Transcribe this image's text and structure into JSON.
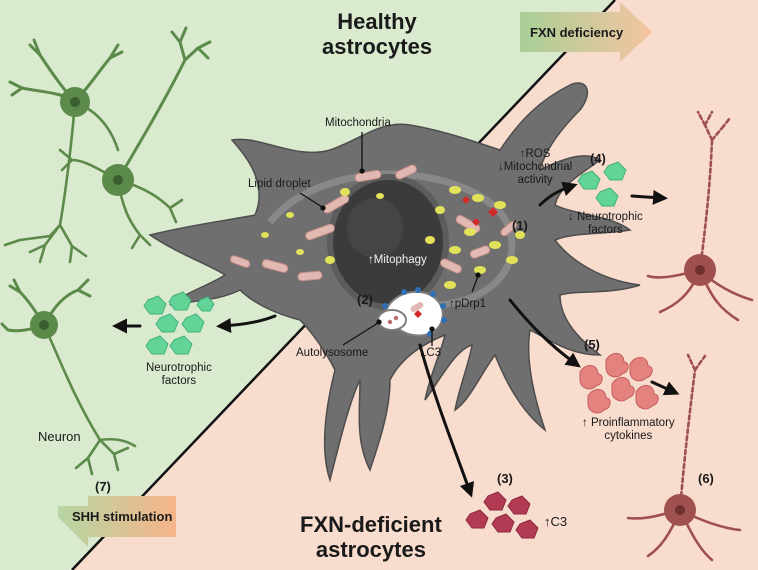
{
  "titles": {
    "healthy_line1": "Healthy",
    "healthy_line2": "astrocytes",
    "deficient_line1": "FXN-deficient",
    "deficient_line2": "astrocytes"
  },
  "banners": {
    "fxn_deficiency": "FXN deficiency",
    "shh_stimulation": "SHH stimulation"
  },
  "labels": {
    "mitochondria": "Mitochondria",
    "lipid_droplet": "Lipid droplet",
    "mitophagy": "↑Mitophagy",
    "autolysosome": "Autolysosome",
    "lc3": "LC3",
    "pdrp1": "↑pDrp1",
    "ros": "↑ROS",
    "mito_activity_line1": "↓Mitochondrial",
    "mito_activity_line2": "activity",
    "neurotrophic_down_line1": "↓ Neurotrophic",
    "neurotrophic_down_line2": "factors",
    "neurotrophic_line1": "Neurotrophic",
    "neurotrophic_line2": "factors",
    "proinflammatory_line1": "↑ Proinflammatory",
    "proinflammatory_line2": "cytokines",
    "c3": "↑C3",
    "neuron": "Neuron"
  },
  "numbers": {
    "n1": "(1)",
    "n2": "(2)",
    "n3": "(3)",
    "n4": "(4)",
    "n5": "(5)",
    "n6": "(6)",
    "n7": "(7)"
  },
  "colors": {
    "healthy_bg": "#d8e9cf",
    "deficient_bg": "#f7d9cb",
    "cell_body": "#6f6f6f",
    "nucleus": "#3e3e3e",
    "healthy_neuron": "#5b8a4a",
    "damaged_neuron": "#a0504e",
    "neurotrophic": "#63d497",
    "cytokine": "#e07c7a",
    "c3": "#b23b53",
    "lipid": "#e3e35a",
    "mitochondria": "#e0b6b0",
    "banner_green": "#b7d7a8",
    "banner_orange": "#f4b58d"
  }
}
